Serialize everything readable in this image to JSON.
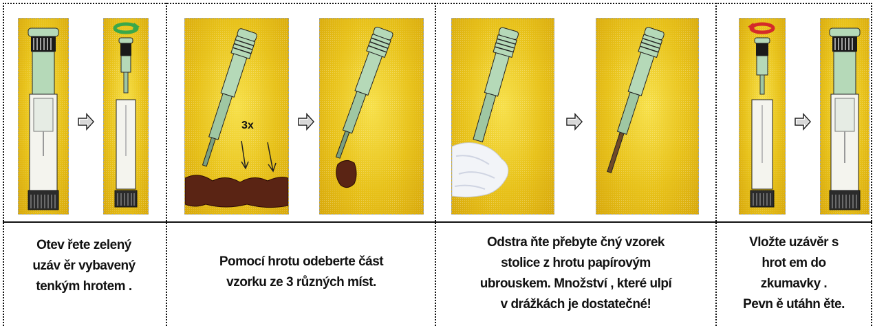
{
  "steps": [
    {
      "caption_lines": [
        "Otev řete zelený",
        "uzáv ěr vybavený",
        "tenkým hrotem   ."
      ]
    },
    {
      "label_3x": "3x",
      "caption_lines": [
        "Pomocí hrotu odeberte    část",
        "vzorku ze 3 různých míst."
      ]
    },
    {
      "caption_lines": [
        "Odstra ňte přebyte čný vzorek",
        "stolice z hrotu papírovým",
        "ubrouskem.  Množství , které ulpí",
        "v drážkách je dostatečné!"
      ]
    },
    {
      "caption_lines": [
        "Vložte uzávěr  s",
        "hrot em do",
        "zkumavky .",
        "Pevn ě utáhn ěte."
      ]
    }
  ],
  "colors": {
    "panel_yellow": "#e8c21a",
    "tube_green": "#b5d9b8",
    "cap_dark": "#3a3a3a",
    "sample_brown": "#5a2414",
    "rotate_green": "#3aa84a",
    "rotate_red": "#d42a2a"
  },
  "icons": [
    "rotate-open-green-icon",
    "rotate-close-red-icon",
    "next-step-arrow-icon"
  ]
}
